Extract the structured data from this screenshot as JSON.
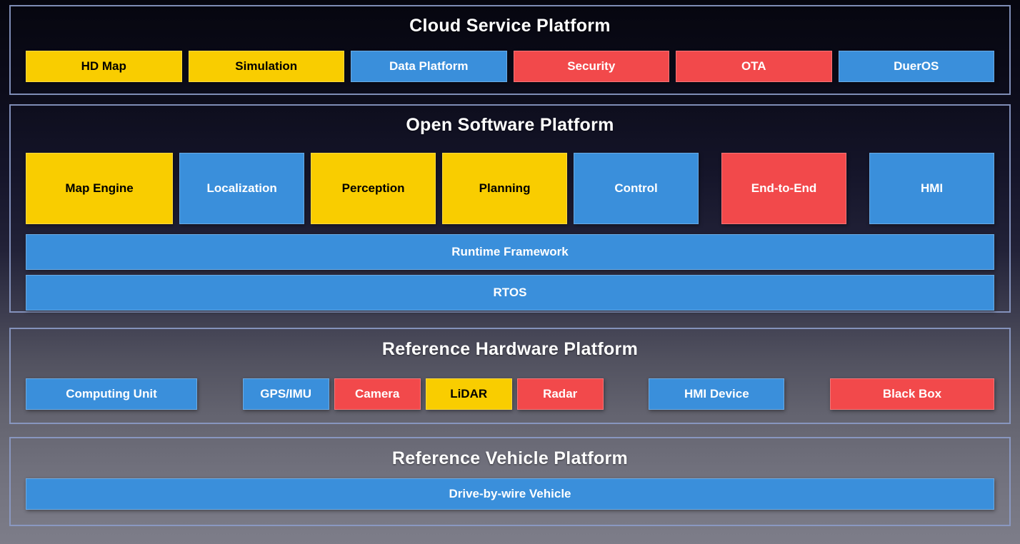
{
  "colors": {
    "yellow": "#F9CD00",
    "blue": "#3A8FDB",
    "red": "#F2494B",
    "panel_border": "#8C9BC8",
    "title_text": "#FFFFFF",
    "background_top": "#06060F",
    "background_bottom": "#7D7D89"
  },
  "sections": {
    "cloud": {
      "title": "Cloud Service Platform",
      "blocks": [
        {
          "label": "HD Map",
          "color": "yellow"
        },
        {
          "label": "Simulation",
          "color": "yellow"
        },
        {
          "label": "Data Platform",
          "color": "blue"
        },
        {
          "label": "Security",
          "color": "red"
        },
        {
          "label": "OTA",
          "color": "red"
        },
        {
          "label": "DuerOS",
          "color": "blue"
        }
      ]
    },
    "software": {
      "title": "Open Software Platform",
      "modules": [
        {
          "label": "Map Engine",
          "color": "yellow"
        },
        {
          "label": "Localization",
          "color": "blue"
        },
        {
          "label": "Perception",
          "color": "yellow"
        },
        {
          "label": "Planning",
          "color": "yellow"
        },
        {
          "label": "Control",
          "color": "blue"
        },
        {
          "label": "End-to-End",
          "color": "red"
        },
        {
          "label": "HMI",
          "color": "blue"
        }
      ],
      "bars": [
        {
          "label": "Runtime Framework",
          "color": "blue"
        },
        {
          "label": "RTOS",
          "color": "blue"
        }
      ]
    },
    "hardware": {
      "title": "Reference Hardware Platform",
      "blocks": [
        {
          "label": "Computing Unit",
          "color": "blue"
        },
        {
          "label": "GPS/IMU",
          "color": "blue"
        },
        {
          "label": "Camera",
          "color": "red"
        },
        {
          "label": "LiDAR",
          "color": "yellow"
        },
        {
          "label": "Radar",
          "color": "red"
        },
        {
          "label": "HMI Device",
          "color": "blue"
        },
        {
          "label": "Black Box",
          "color": "red"
        }
      ]
    },
    "vehicle": {
      "title": "Reference Vehicle Platform",
      "bars": [
        {
          "label": "Drive-by-wire Vehicle",
          "color": "blue"
        }
      ]
    }
  }
}
